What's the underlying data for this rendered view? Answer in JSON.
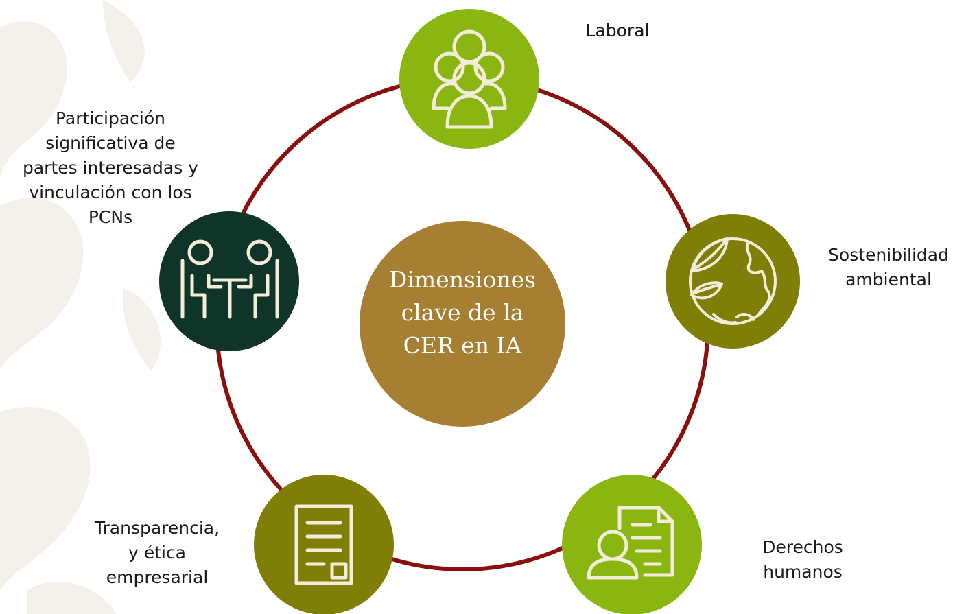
{
  "center": {
    "lines": [
      "Dimensiones",
      "clave de la",
      "CER en IA"
    ]
  },
  "nodes": [
    {
      "id": "laboral",
      "icon": "people-group-icon",
      "color": "#8bb612",
      "lines": [
        "Laboral"
      ]
    },
    {
      "id": "sostenibilidad",
      "icon": "earth-leaves-icon",
      "color": "#7f7f08",
      "lines": [
        "Sostenibilidad",
        "ambiental"
      ]
    },
    {
      "id": "derechos",
      "icon": "person-document-icon",
      "color": "#8bb612",
      "lines": [
        "Derechos",
        "humanos"
      ]
    },
    {
      "id": "transparencia",
      "icon": "document-icon",
      "color": "#7f7f08",
      "lines": [
        "Transparencia,",
        "y ética",
        "empresarial"
      ]
    },
    {
      "id": "participacion",
      "icon": "meeting-icon",
      "color": "#0f3528",
      "lines": [
        "Participación",
        "significativa de",
        "partes interesadas y",
        "vinculación con los",
        "PCNs"
      ]
    }
  ],
  "colors": {
    "ring": "#8b0f0f",
    "center_fill": "#a67f32",
    "icon_stroke": "#f3ecd8",
    "text": "#1a1a1a",
    "watermark": "#f4f1ec"
  }
}
